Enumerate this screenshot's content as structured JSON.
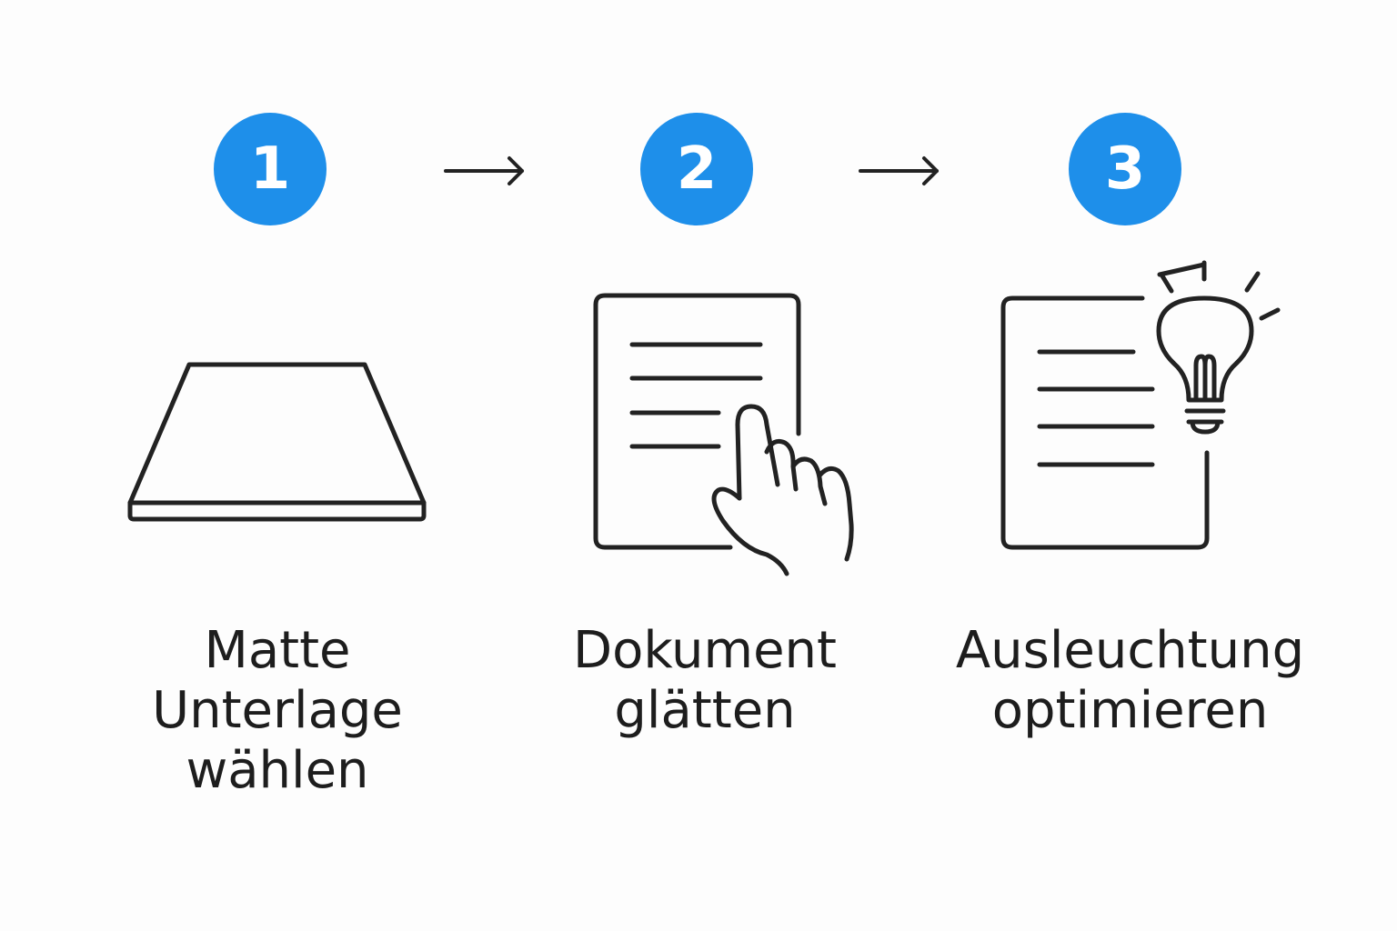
{
  "steps": [
    {
      "number": "1",
      "label_lines": [
        "Matte",
        "Unterlage",
        "wählen"
      ],
      "icon": "mat-icon"
    },
    {
      "number": "2",
      "label_lines": [
        "Dokument",
        "glätten"
      ],
      "icon": "document-hand-icon"
    },
    {
      "number": "3",
      "label_lines": [
        "Ausleuchtung",
        "optimieren"
      ],
      "icon": "document-lightbulb-icon"
    }
  ],
  "connectors": [
    "arrow-right-icon",
    "arrow-right-icon"
  ],
  "colors": {
    "accent": "#1e8fea",
    "stroke": "#222222",
    "text": "#1d1d1d",
    "background": "#fdfdfd"
  }
}
